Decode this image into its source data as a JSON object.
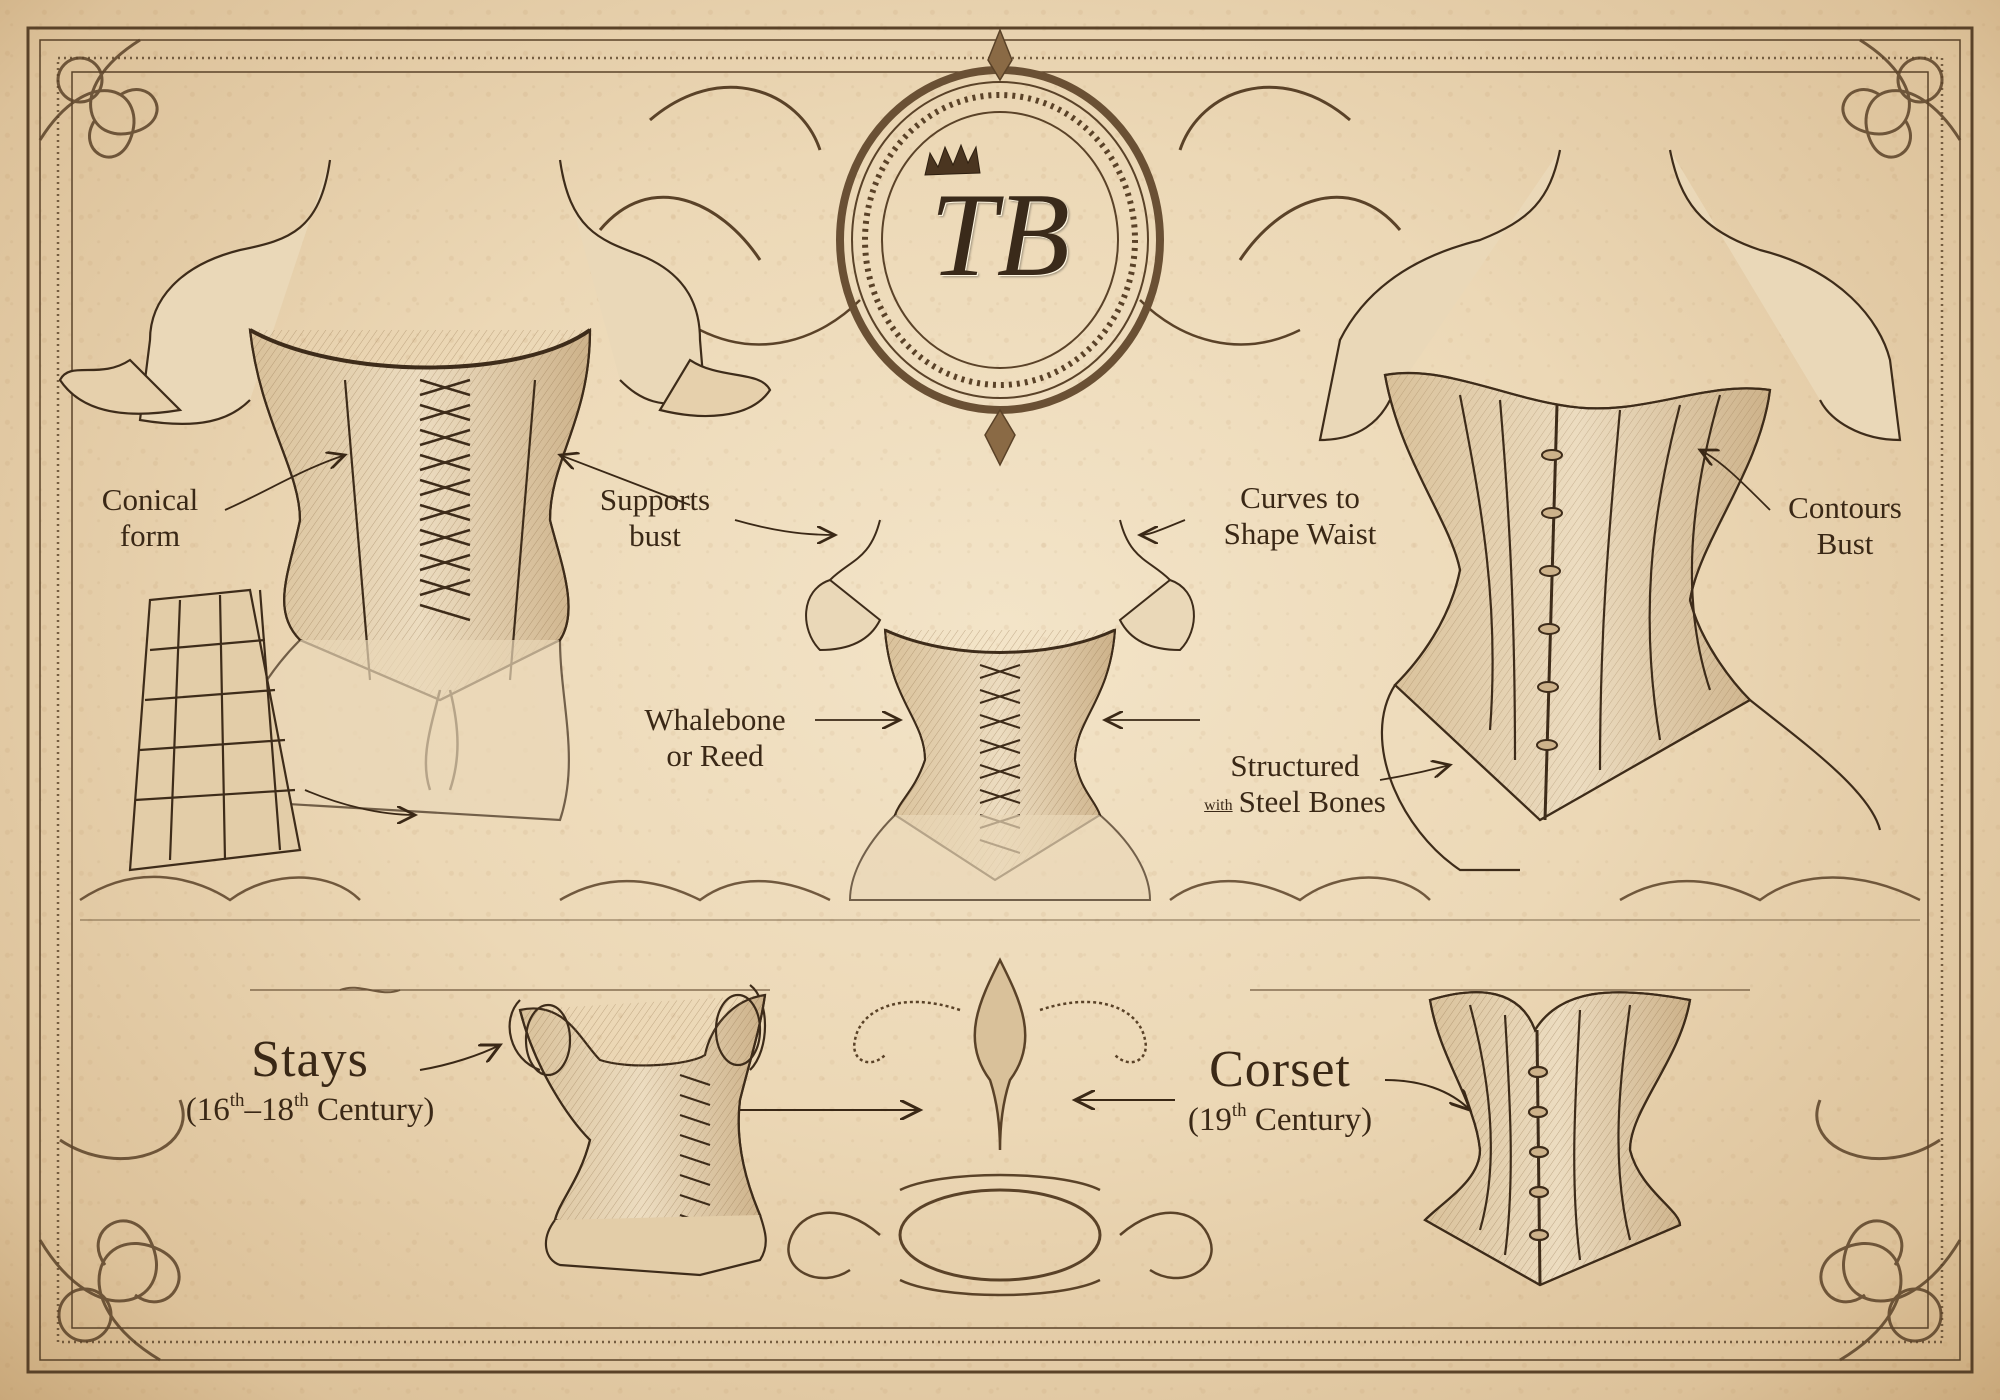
{
  "poster": {
    "subject": "Stays vs. Corset comparison",
    "colors": {
      "paper": "#ecd8b6",
      "paper_edge": "#c9a87a",
      "ink": "#3a2816",
      "ornament": "#5a4228"
    }
  },
  "emblem": {
    "monogram": "TB",
    "crown_icon": "crown-icon"
  },
  "figures": {
    "left": {
      "name": "stays-on-figure",
      "callouts": [
        {
          "id": "conical-form",
          "text_line1": "Conical",
          "text_line2": "form"
        },
        {
          "id": "supports-bust",
          "text_line1": "Supports",
          "text_line2": "bust"
        }
      ]
    },
    "center": {
      "name": "transitional-bodice-figure",
      "callouts": [
        {
          "id": "whalebone",
          "text_line1": "Whalebone",
          "text_line2": "or Reed"
        },
        {
          "id": "curves-waist",
          "text_line1": "Curves to",
          "text_line2": "Shape Waist"
        },
        {
          "id": "structured",
          "text_line1": "Structured",
          "text_line2_prefix": "with",
          "text_line2": "Steel Bones"
        }
      ]
    },
    "right": {
      "name": "corset-on-figure",
      "callouts": [
        {
          "id": "contours-bust",
          "text_line1": "Contours",
          "text_line2": "Bust"
        }
      ]
    }
  },
  "comparison": {
    "stays": {
      "title": "Stays",
      "open_paren": "(",
      "start_num": "16",
      "start_sup": "th",
      "dash": "–",
      "end_num": "18",
      "end_sup": "th",
      "century": " Century)"
    },
    "corset": {
      "title": "Corset",
      "open_paren": "(",
      "num": "19",
      "sup": "th",
      "century": " Century)"
    }
  }
}
